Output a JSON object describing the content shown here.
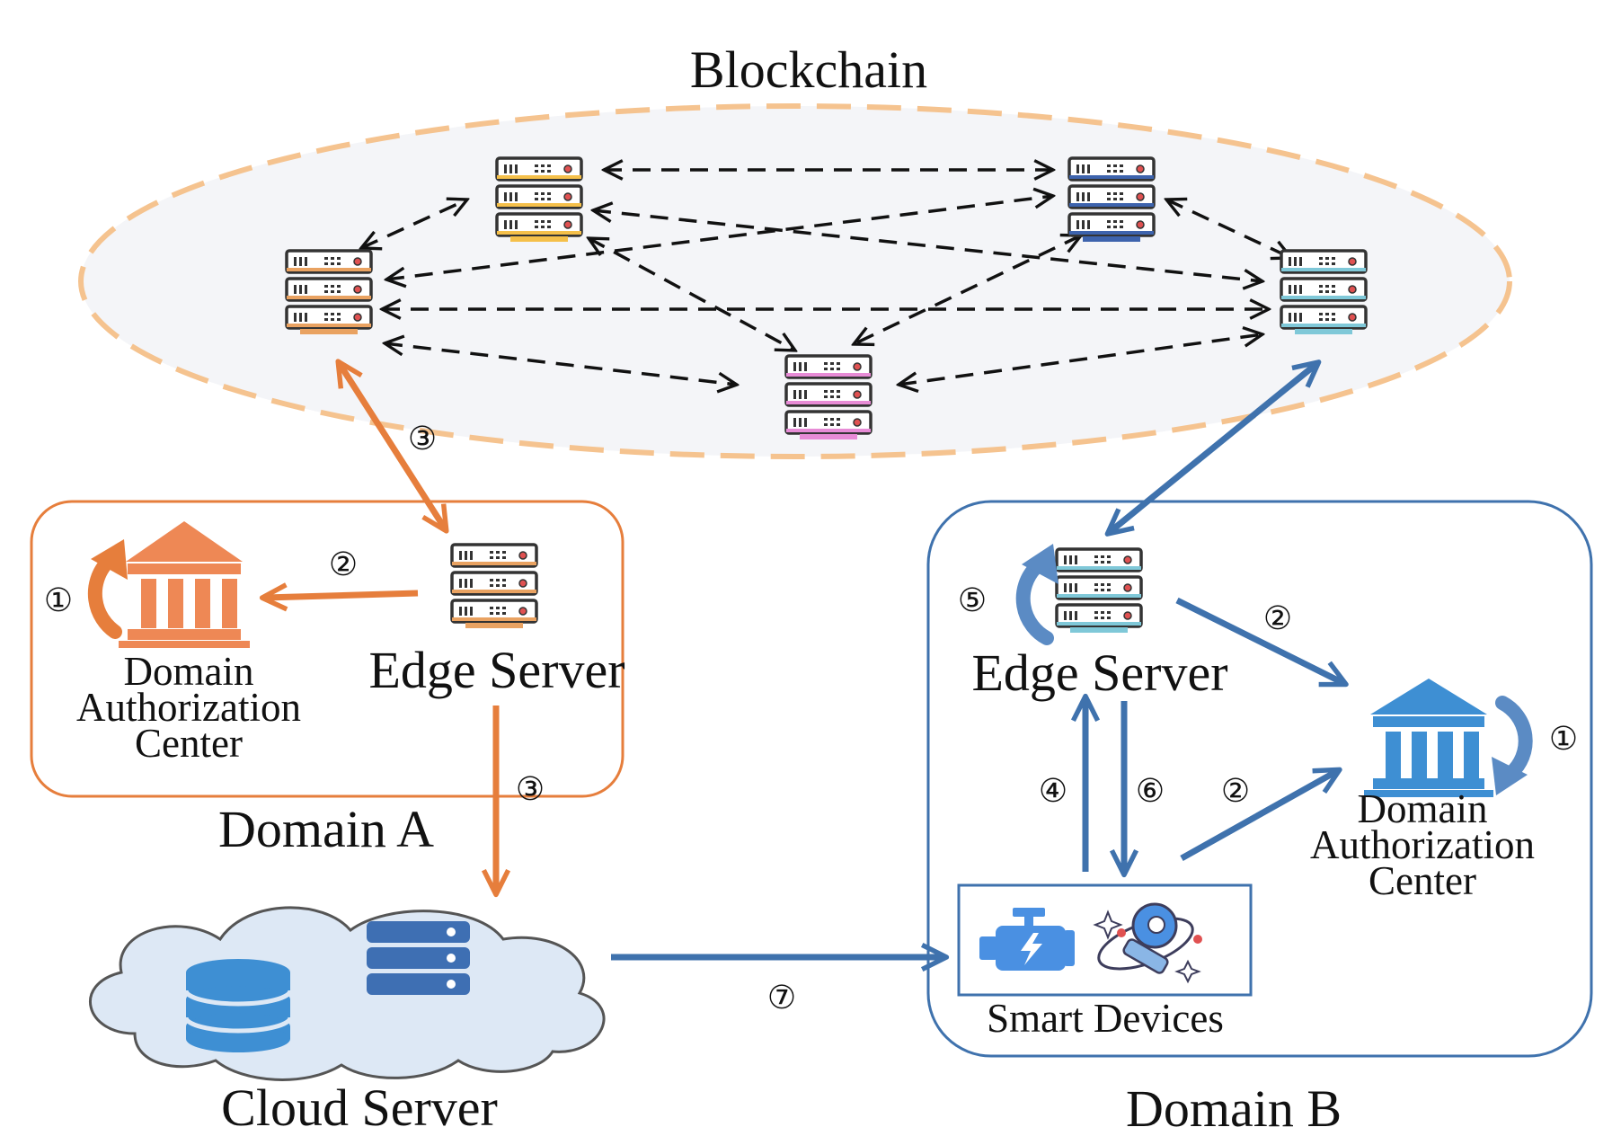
{
  "title": "Blockchain",
  "domain_a": {
    "label": "Domain A",
    "edge_server": "Edge Server",
    "dac_line1": "Domain",
    "dac_line2": "Authorization",
    "dac_line3": "Center"
  },
  "domain_b": {
    "label": "Domain B",
    "edge_server": "Edge Server",
    "dac_line1": "Domain",
    "dac_line2": "Authorization",
    "dac_line3": "Center",
    "smart_devices": "Smart Devices"
  },
  "cloud_server": "Cloud Server",
  "steps": {
    "s1": "①",
    "s2": "②",
    "s3": "③",
    "s4": "④",
    "s5": "⑤",
    "s6": "⑥",
    "s7": "⑦"
  },
  "icons": {
    "node": "server-rack-icon",
    "bank": "bank-building-icon",
    "cycle": "cycle-arrow-icon",
    "database": "database-icon",
    "engine": "engine-icon",
    "robot": "robot-arm-icon",
    "cloud": "cloud-icon"
  },
  "colors": {
    "orange": "#e67e3c",
    "blue": "#3f72ad",
    "ellipse_fill": "#f4f5f8",
    "ellipse_border": "#f5c38f",
    "node1_accent": "#f5c04a",
    "node2_accent": "#3d63ad",
    "node3_accent": "#e9a261",
    "node4_accent": "#7fc8d8",
    "node5_accent": "#e78bd6"
  }
}
